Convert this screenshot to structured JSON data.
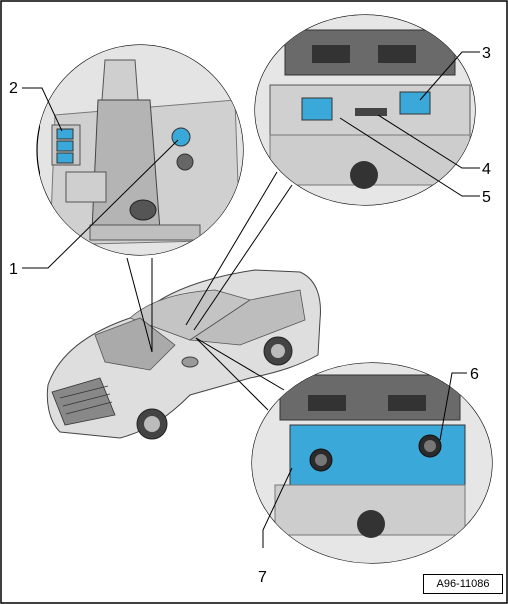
{
  "callouts": [
    {
      "id": "1",
      "label": "1"
    },
    {
      "id": "2",
      "label": "2"
    },
    {
      "id": "3",
      "label": "3"
    },
    {
      "id": "4",
      "label": "4"
    },
    {
      "id": "5",
      "label": "5"
    },
    {
      "id": "6",
      "label": "6"
    },
    {
      "id": "7",
      "label": "7"
    }
  ],
  "reference_code": "A96-11086",
  "colors": {
    "highlight_blue": "#3aa8d8",
    "line_black": "#000000",
    "gray_light": "#dcdcdc",
    "gray_mid": "#b0b0b0",
    "gray_dark": "#555555"
  }
}
